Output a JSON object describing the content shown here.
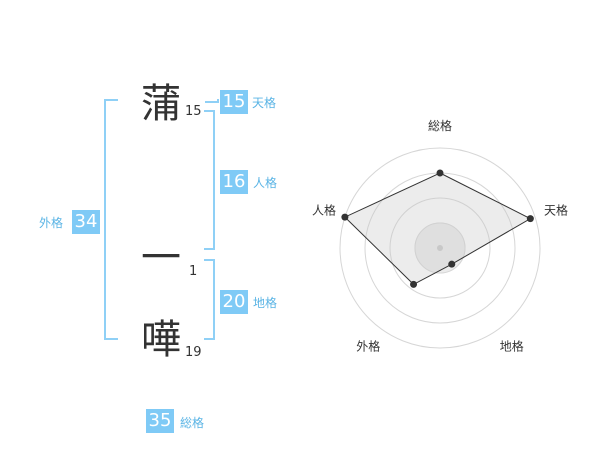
{
  "name_chars": [
    {
      "char": "蒲",
      "strokes": "15"
    },
    {
      "char": "一",
      "strokes": "1"
    },
    {
      "char": "嘩",
      "strokes": "19"
    }
  ],
  "scores": {
    "tenkaku": {
      "value": "15",
      "label": "天格"
    },
    "jinkaku": {
      "value": "16",
      "label": "人格"
    },
    "chikaku": {
      "value": "20",
      "label": "地格"
    },
    "gaikaku": {
      "value": "34",
      "label": "外格"
    },
    "soukaku": {
      "value": "35",
      "label": "総格"
    }
  },
  "colors": {
    "accent": "#7fcaf6",
    "bracket": "#8fd0f6",
    "label": "#5ab4e5"
  },
  "chart_data": {
    "type": "radar",
    "axes": [
      "総格",
      "天格",
      "地格",
      "外格",
      "人格"
    ],
    "values": [
      0.75,
      0.95,
      0.2,
      0.45,
      1.0
    ],
    "rings": 4
  }
}
